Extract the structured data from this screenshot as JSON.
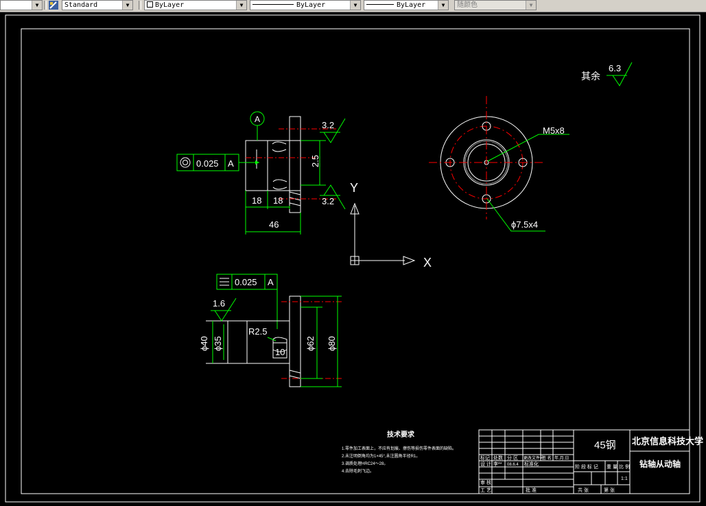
{
  "toolbar": {
    "text_style": "Standard",
    "layer": "ByLayer",
    "linetype": "ByLayer",
    "lineweight": "ByLayer",
    "plot_style": "随颜色"
  },
  "drawing": {
    "roughness_rest_label": "其余",
    "roughness_rest_value": "6.3",
    "datum_label": "A",
    "concentricity_value": "0.025",
    "concentricity_datum": "A",
    "roughness_top": "3.2",
    "roughness_bottom": "3.2",
    "dim_2_5": "2.5",
    "dim_18a": "18",
    "dim_18b": "18",
    "dim_46": "46",
    "thread_label": "M5x8",
    "holes_label": "ϕ7.5x4",
    "axis_y": "Y",
    "axis_x": "X",
    "symmetry_value": "0.025",
    "symmetry_datum": "A",
    "roughness_left": "1.6",
    "dim_r2_5": "R2.5",
    "dim_10": "10",
    "dim_phi40": "ϕ40",
    "dim_phi35": "ϕ35",
    "dim_phi62": "ϕ62",
    "dim_phi80": "ϕ80",
    "tech_req": {
      "title": "技术要求",
      "items": [
        "1.零件加工表面上，不应有划痕、擦伤等损伤零件表面的缺陷。",
        "2.未注明倒角均为1×45°,未注圆角半径R1。",
        "3.调质处理HRC24～28。",
        "4.去除毛刺飞边。"
      ]
    },
    "title_block": {
      "material": "45钢",
      "school": "北京信息科技大学",
      "part_name": "钻轴从动轴",
      "h_mark": "标记",
      "h_count": "处数",
      "h_zone": "分 区",
      "h_doc": "更改文件号",
      "h_sign": "签 名",
      "h_date": "年.月.日",
      "designer_label": "设 计",
      "designer": "李**",
      "date": "08.6.4",
      "std_label": "标准化",
      "stage_label": "阶 段 标 记",
      "weight_label": "重 量",
      "scale_label": "比 例",
      "scale": "1:1",
      "review_label": "审 核",
      "process_label": "工 艺",
      "approve_label": "批 准",
      "sheets_total": "共    张",
      "sheet_no": "第    张"
    }
  }
}
